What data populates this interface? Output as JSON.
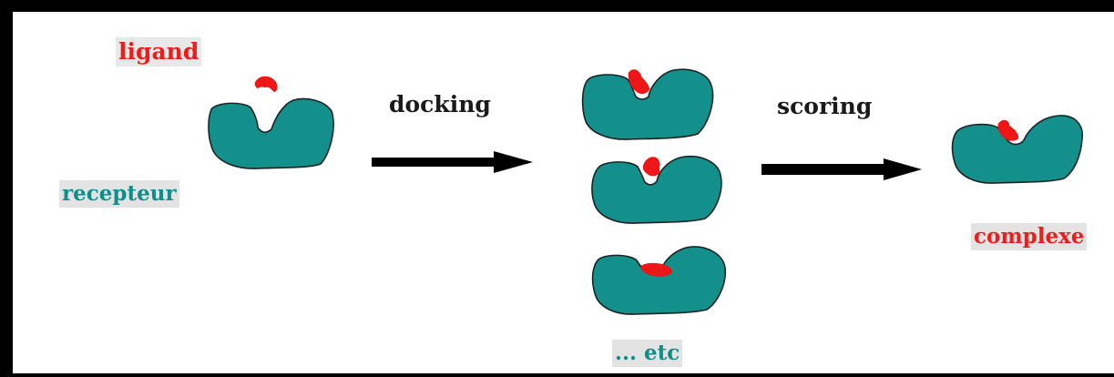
{
  "labels": {
    "ligand": "ligand",
    "receptor": "recepteur",
    "docking": "docking",
    "scoring": "scoring",
    "etc": "... etc",
    "complex": "complexe"
  },
  "colors": {
    "background": "#ffffff",
    "frame": "#000000",
    "receptor_fill": "#138f8c",
    "ligand_fill": "#ee1616",
    "label_red": "#ef1c1c",
    "label_teal": "#0e8f8a",
    "label_highlight": "#e3e3e3",
    "arrow": "#000000"
  },
  "diagram": {
    "stages": [
      "ligand + recepteur",
      "docking",
      "poses",
      "scoring",
      "complexe"
    ],
    "pose_count": 3
  }
}
